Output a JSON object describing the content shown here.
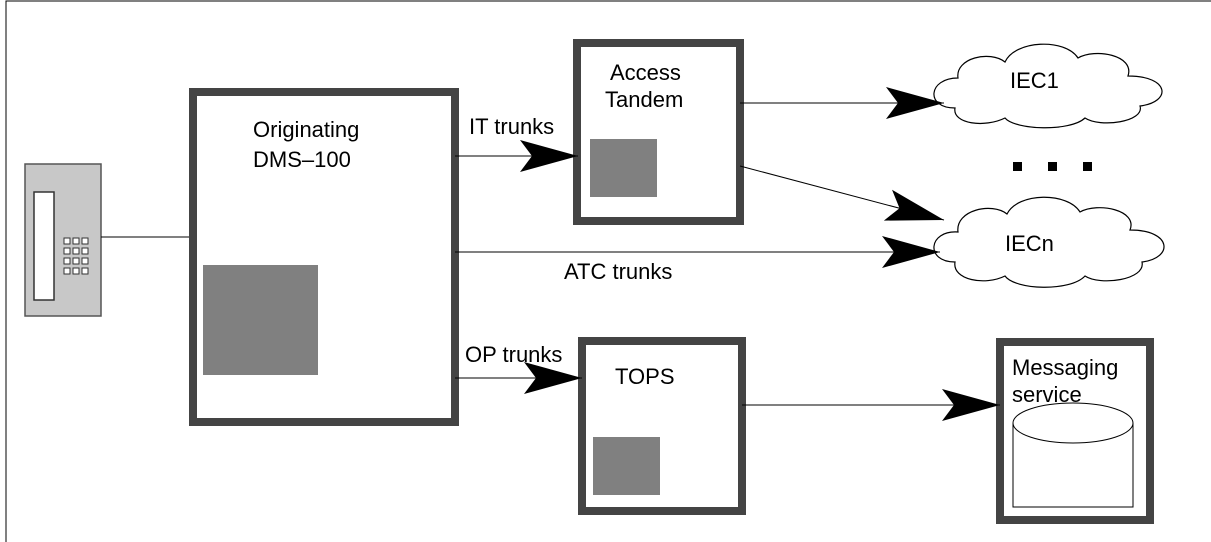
{
  "nodes": {
    "originating": {
      "line1": "Originating",
      "line2": "DMS–100"
    },
    "access_tandem": {
      "line1": "Access",
      "line2": "Tandem"
    },
    "tops": {
      "label": "TOPS"
    },
    "iec1": {
      "label": "IEC1"
    },
    "iecn": {
      "label": "IECn"
    },
    "messaging": {
      "line1": "Messaging",
      "line2": "service"
    }
  },
  "links": {
    "it_trunks": "IT trunks",
    "atc_trunks": "ATC trunks",
    "op_trunks": "OP trunks"
  },
  "colors": {
    "box_border": "#444444",
    "fill_gray": "#808080",
    "phone_body": "#c8c8c8",
    "line": "#000000"
  }
}
